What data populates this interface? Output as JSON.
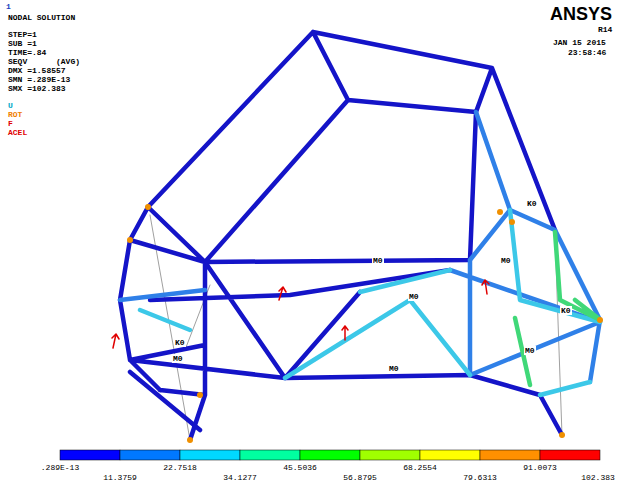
{
  "diagram": {
    "labels": [
      "1",
      "NODAL SOLUTION",
      "STEP=1",
      "SUB =1",
      "TIME=.84",
      "SEQV      (AVG)",
      "DMX =1.58557",
      "SMN =.289E-13",
      "SMX =102.383",
      "U",
      "ROT",
      "F",
      "ACEL",
      "ANSYS",
      "R14",
      "JAN 15 2015",
      "23:58:46",
      "M0",
      "M0",
      "M0",
      "M0",
      "M0",
      "M0",
      "K0",
      "K0",
      "K0",
      ".289E-13",
      "11.3759",
      "22.7518",
      "34.1277",
      "45.5036",
      "56.8795",
      "68.2554",
      "79.6313",
      "91.0073",
      "102.383"
    ]
  }
}
